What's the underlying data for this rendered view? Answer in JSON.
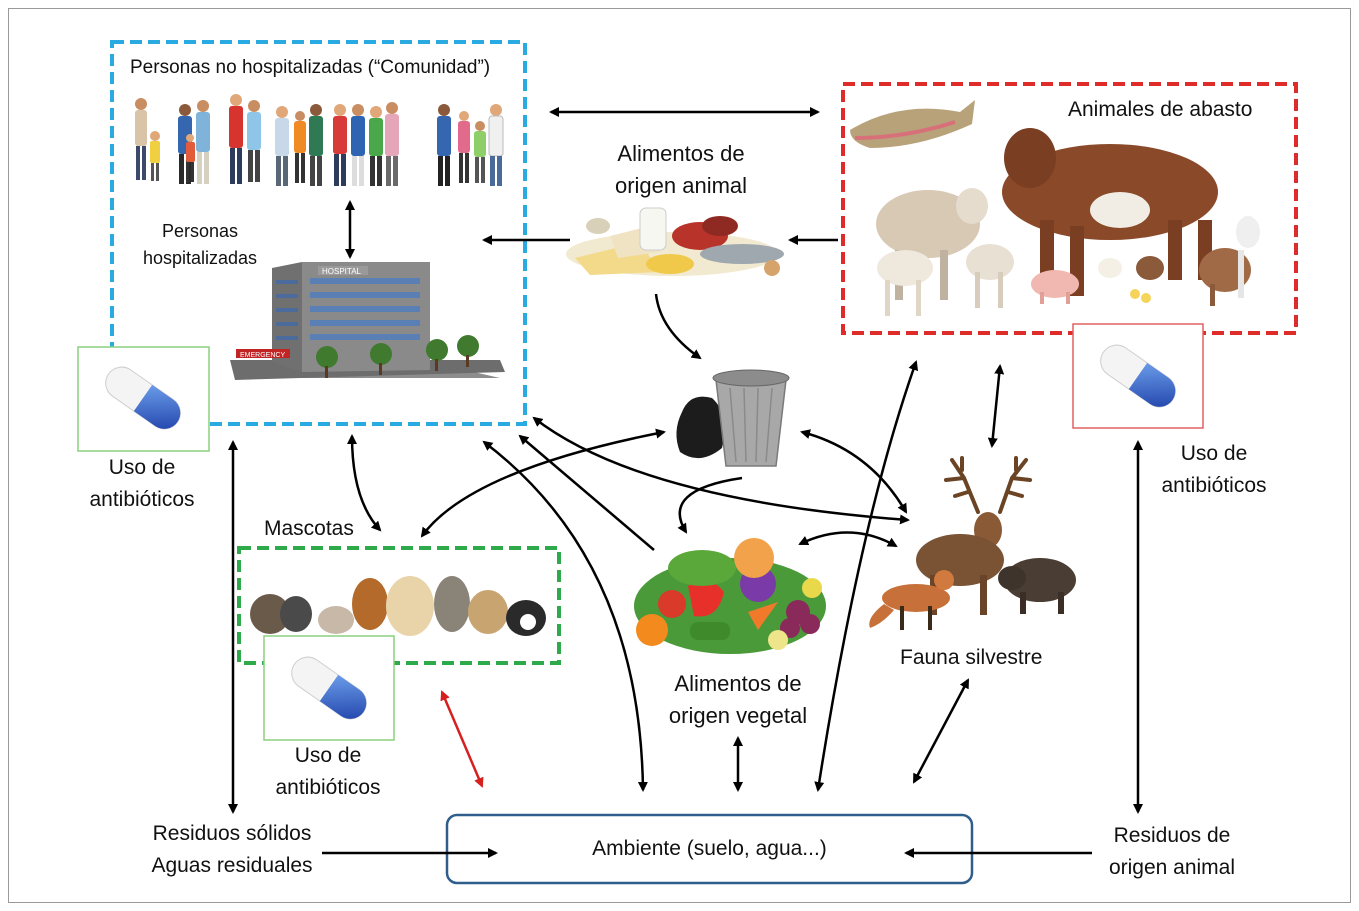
{
  "nodes": {
    "community": "Personas no hospitalizadas (“Comunidad”)",
    "hospitalized_line1": "Personas",
    "hospitalized_line2": "hospitalizadas",
    "food_animal_line1": "Alimentos de",
    "food_animal_line2": "origen animal",
    "farm_animals": "Animales de abasto",
    "pets": "Mascotas",
    "food_veg_line1": "Alimentos de",
    "food_veg_line2": "origen vegetal",
    "wildlife": "Fauna silvestre",
    "environment": "Ambiente (suelo, agua...)",
    "solid_waste_line1": "Residuos sólidos",
    "solid_waste_line2": "Aguas residuales",
    "animal_waste_line1": "Residuos de",
    "animal_waste_line2": "origen animal"
  },
  "antibiotic_use": {
    "line1": "Uso de",
    "line2": "antibióticos"
  },
  "hospital_sign": "HOSPITAL",
  "emergency_sign": "EMERGENCY",
  "colors": {
    "humans_border": "#29abe2",
    "farm_border": "#e02b2b",
    "pets_border": "#2eaa4a",
    "environment_border": "#2f5d8c",
    "pill_box_green": "#8ccf7e",
    "pill_box_red": "#e06060",
    "arrow": "#000000",
    "arrow_highlight": "#d62020"
  }
}
